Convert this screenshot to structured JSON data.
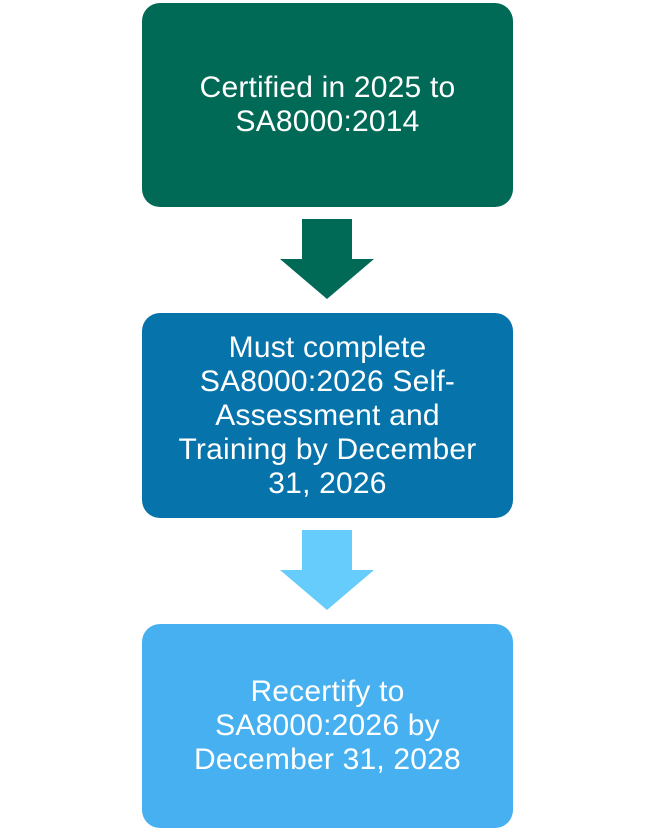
{
  "flow": {
    "steps": [
      {
        "text": "Certified in 2025 to SA8000:2014",
        "color": "#006A56"
      },
      {
        "text": "Must complete SA8000:2026 Self-Assessment and Training by December 31, 2026",
        "color": "#0673AB"
      },
      {
        "text": "Recertify to SA8000:2026 by December 31, 2028",
        "color": "#46B0F0"
      }
    ],
    "arrows": [
      {
        "color": "#006A56"
      },
      {
        "color": "#66CCFB"
      }
    ]
  }
}
